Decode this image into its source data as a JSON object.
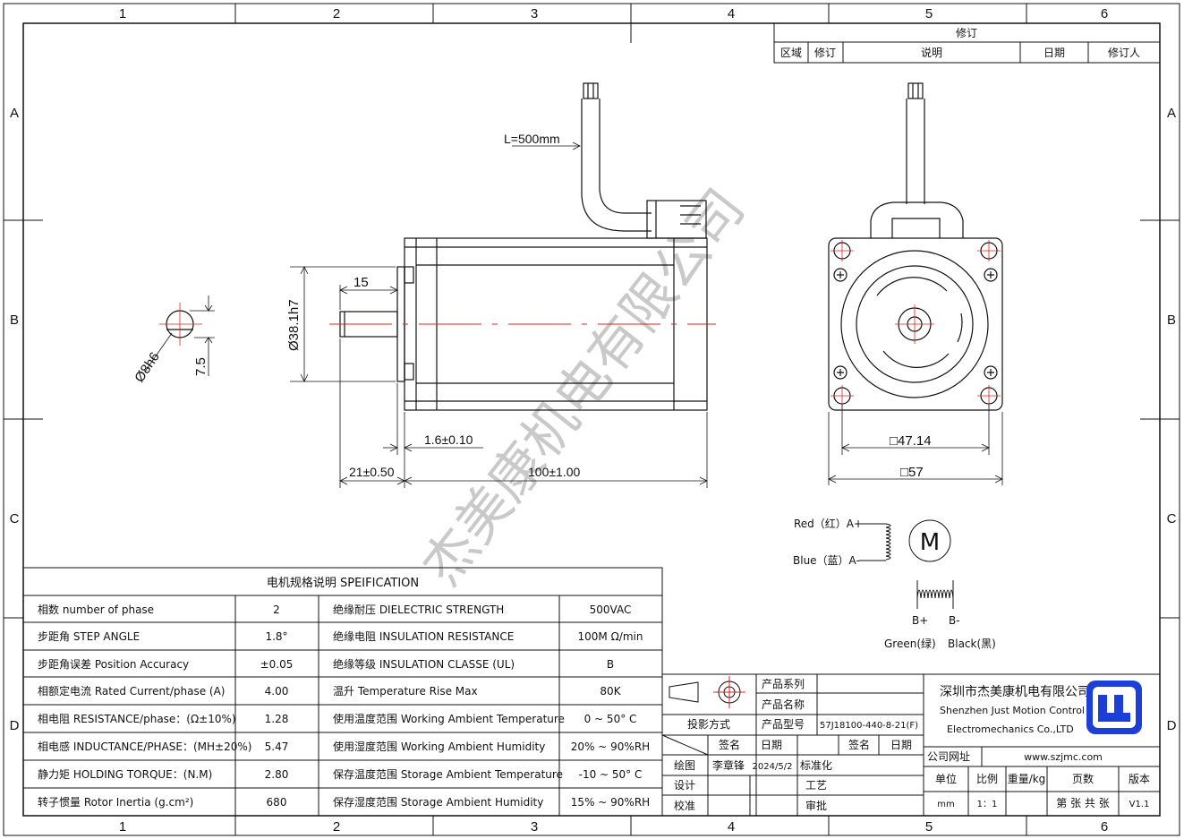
{
  "border": {
    "columns": [
      "1",
      "2",
      "3",
      "4",
      "5",
      "6"
    ],
    "rows": [
      "A",
      "B",
      "C",
      "D"
    ]
  },
  "revision_table": {
    "title": "修订",
    "headers": [
      "区域",
      "修订",
      "说明",
      "日期",
      "修订人"
    ]
  },
  "watermark": "杰美康机电有限公司",
  "front_view": {
    "cable_length": "L=500mm",
    "key_width": "15",
    "shaft_diameter": "Ø38.1h7",
    "flange_thickness": "1.6±0.10",
    "shaft_length": "21±0.50",
    "body_length": "100±1.00"
  },
  "shaft_section": {
    "diameter": "Ø8h6",
    "flat": "7.5"
  },
  "side_view": {
    "hole_spacing": "□47.14",
    "flange_size": "□57"
  },
  "wiring": {
    "red": "Red（红）A+",
    "blue": "Blue（蓝）A-",
    "motor": "M",
    "b_plus": "B+",
    "b_minus": "B-",
    "green": "Green(绿)",
    "black": "Black(黑)"
  },
  "spec_table": {
    "title": "电机规格说明 SPEIFICATION",
    "rows": [
      {
        "label": "相数 number of phase",
        "value": "2",
        "label2": "绝缘耐压 DIELECTRIC STRENGTH",
        "value2": "500VAC"
      },
      {
        "label": "步距角 STEP ANGLE",
        "value": "1.8°",
        "label2": "绝缘电阻 INSULATION RESISTANCE",
        "value2": "100M Ω/min"
      },
      {
        "label": "步距角误差 Position Accuracy",
        "value": "±0.05",
        "label2": "绝缘等级 INSULATION CLASSE (UL)",
        "value2": "B"
      },
      {
        "label": "相额定电流 Rated Current/phase (A)",
        "value": "4.00",
        "label2": "温升 Temperature Rise Max",
        "value2": "80K"
      },
      {
        "label": "相电阻 RESISTANCE/phase：(Ω±10%)",
        "value": "1.28",
        "label2": "使用温度范围 Working Ambient Temperature",
        "value2": "0 ~ 50° C"
      },
      {
        "label": "相电感 INDUCTANCE/PHASE：(MH±20%)",
        "value": "5.47",
        "label2": "使用湿度范围 Working Ambient Humidity",
        "value2": "20% ~ 90%RH"
      },
      {
        "label": "静力矩 HOLDING TORQUE：(N.M)",
        "value": "2.80",
        "label2": "保存温度范围 Storage Ambient Temperature",
        "value2": "-10 ~ 50° C"
      },
      {
        "label": "转子惯量 Rotor Inertia (g.cm²)",
        "value": "680",
        "label2": "保存湿度范围 Storage Ambient Humidity",
        "value2": "15% ~ 90%RH"
      }
    ]
  },
  "title_block": {
    "projection": "投影方式",
    "product_series": "产品系列",
    "product_name": "产品名称",
    "product_model_label": "产品型号",
    "product_model": "57J18100-440-8-21(F)",
    "signature": "签名",
    "date": "日期",
    "signature2": "签名",
    "date2": "日期",
    "drawn": "绘图",
    "drawn_by": "李章锋",
    "drawn_date": "2024/5/2",
    "standardized": "标准化",
    "design": "设计",
    "process": "工艺",
    "check": "校准",
    "approve": "审批",
    "company_cn": "深圳市杰美康机电有限公司",
    "company_en1": "Shenzhen Just Motion Control",
    "company_en2": "Electromechanics Co.,LTD",
    "website_label": "公司网址",
    "website": "www.szjmc.com",
    "unit_label": "单位",
    "scale_label": "比例",
    "weight_label": "重量/kg",
    "pages_label": "页数",
    "version_label": "版本",
    "unit": "mm",
    "scale": "1：1",
    "pages": "第 张 共 张",
    "version": "V1.1"
  },
  "colors": {
    "line": "#111111",
    "centerline": "#e02020",
    "logo_blue": "#1d3fd6",
    "watermark": "#b8b8b8"
  }
}
